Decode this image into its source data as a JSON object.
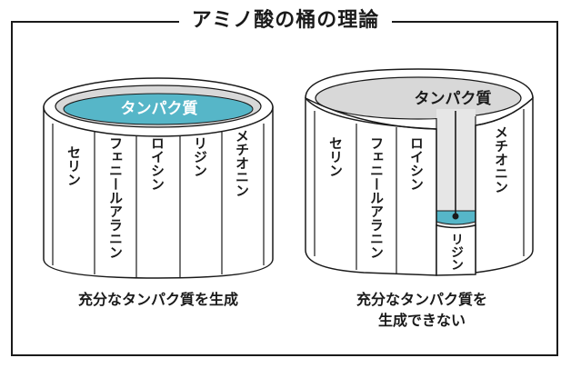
{
  "title": "アミノ酸の桶の理論",
  "colors": {
    "protein": "#56b6c8",
    "inner": "#d8d8d8",
    "line": "#1a1a1a"
  },
  "left_barrel": {
    "protein_label": "タンパク質",
    "staves": [
      "セリン",
      "フェニールアラニン",
      "ロイシン",
      "リジン",
      "メチオニン"
    ],
    "caption": "充分なタンパク質を生成"
  },
  "right_barrel": {
    "protein_label": "タンパク質",
    "staves": [
      "セリン",
      "フェニールアラニン",
      "ロイシン",
      "リジン",
      "メチオニン"
    ],
    "caption_line1": "充分なタンパク質を",
    "caption_line2": "生成できない"
  }
}
